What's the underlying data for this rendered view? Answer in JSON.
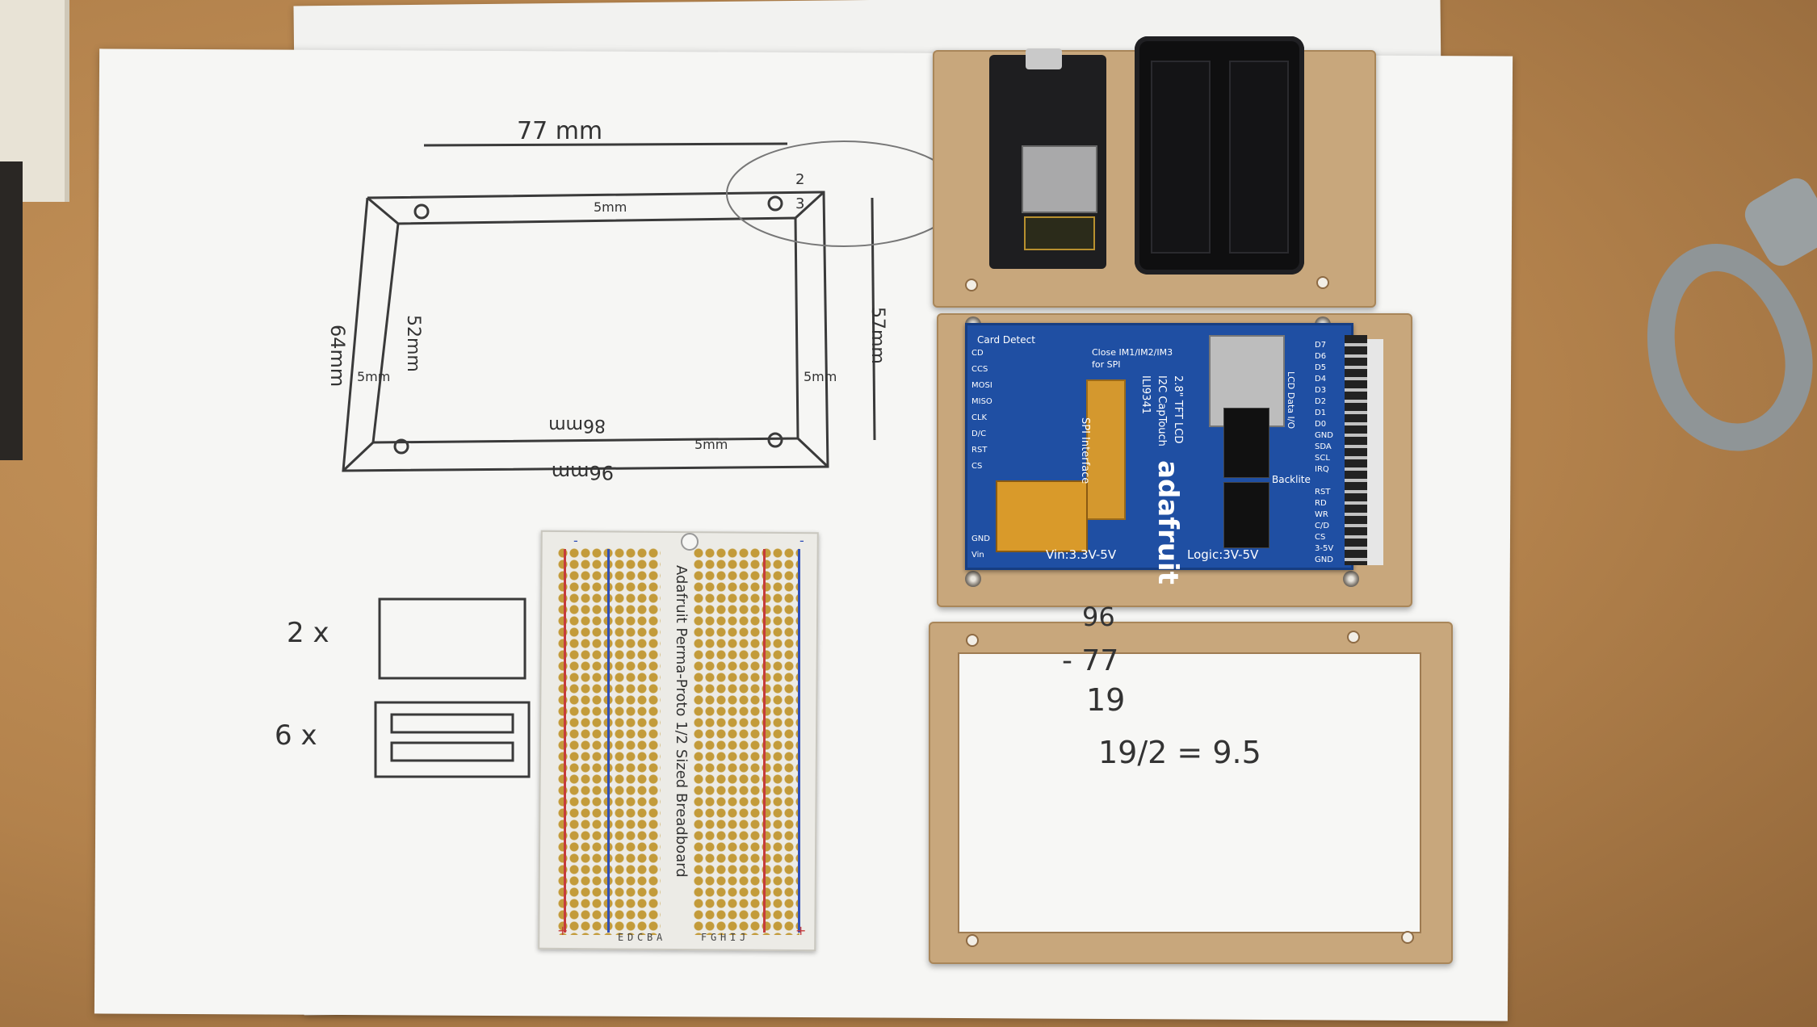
{
  "sketch": {
    "dim_top_width": "77 mm",
    "dim_total_width": "96mm",
    "dim_inner_width": "86mm",
    "dim_height_left": "64mm",
    "dim_inner_height": "52mm",
    "dim_height_right": "57mm",
    "margin_top": "5mm",
    "margin_bottom": "5mm",
    "margin_left": "5mm",
    "margin_right": "5mm",
    "corner_note_a": "2",
    "corner_note_b": "3",
    "count_plates": "2 x",
    "count_bars": "6 x"
  },
  "math_note": {
    "line1": "96",
    "line2": "- 77",
    "line3": "19",
    "line4": "19/2 = 9.5"
  },
  "tft_board": {
    "brand": "adafruit",
    "model_line1": "2.8\" TFT LCD",
    "model_line2": "I2C CapTouch",
    "model_line3": "ILI9341",
    "interface_label": "SPI Interface",
    "vin_label": "Vin:3.3V-5V",
    "logic_label": "Logic:3V-5V",
    "card_detect_label": "Card Detect",
    "backlite_label": "Backlite",
    "lcd_data_label": "LCD Data I/O",
    "close_jumpers_label": "Close IM1/IM2/IM3",
    "for_spi_label": "for SPI",
    "pin_labels_right": [
      "D7",
      "D6",
      "D5",
      "D4",
      "D3",
      "D2",
      "D1",
      "D0",
      "GND",
      "SDA",
      "SCL",
      "IRQ",
      "RST",
      "RD",
      "WR",
      "C/D",
      "CS",
      "3-5V",
      "GND"
    ],
    "pin_labels_left": [
      "CD",
      "CCS",
      "MOSI",
      "MISO",
      "CLK",
      "D/C",
      "RST",
      "CS",
      "GND",
      "Vin"
    ]
  },
  "perma_proto": {
    "title": "Adafruit Perma-Proto 1/2 Sized Breadboard",
    "row_letters_left": [
      "J",
      "I",
      "H",
      "G",
      "F"
    ],
    "row_letters_right": [
      "E",
      "D",
      "C",
      "B",
      "A"
    ],
    "rail_plus": "+",
    "rail_minus": "-"
  },
  "colors": {
    "desk": "#b98a52",
    "paper": "#f6f6f4",
    "acrylic": "#c8a77c",
    "tft_pcb": "#1f4fa3",
    "ink": "#333333",
    "gold_pad": "#c39b3a"
  }
}
